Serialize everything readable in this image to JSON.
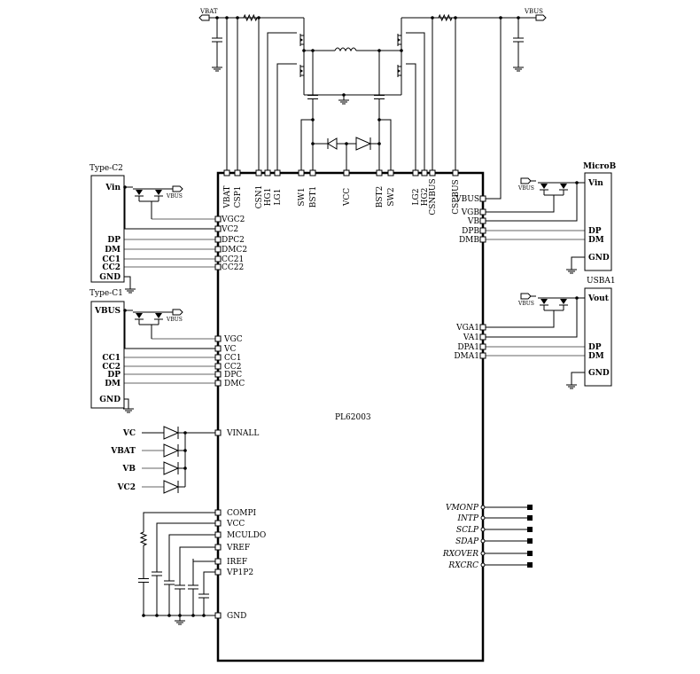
{
  "chip": {
    "name": "PL62003"
  },
  "top_pins": [
    "VBAT",
    "CSP1",
    "CSN1",
    "HG1",
    "LG1",
    "SW1",
    "BST1",
    "VCC",
    "BST2",
    "SW2",
    "LG2",
    "HG2",
    "CSNBUS",
    "CSPBUS"
  ],
  "left_pins_c2": [
    "VGC2",
    "VC2",
    "DPC2",
    "DMC2",
    "CC21",
    "CC22"
  ],
  "left_pins_c1": [
    "VGC",
    "VC",
    "CC1",
    "CC2",
    "DPC",
    "DMC"
  ],
  "left_vinall": "VINALL",
  "left_pins_bottom": [
    "COMPI",
    "VCC",
    "MCULDO",
    "VREF",
    "IREF",
    "VP1P2",
    "GND"
  ],
  "right_pins_b": [
    "VBUS",
    "VGB",
    "VB",
    "DPB",
    "DMB"
  ],
  "right_pins_a": [
    "VGA1",
    "VA1",
    "DPA1",
    "DMA1"
  ],
  "right_signals": [
    "VMONP",
    "INTP",
    "SCLP",
    "SDAP",
    "RXOVER",
    "RXCRC"
  ],
  "terminals": {
    "vbat": "VBAT",
    "vbus": "VBUS"
  },
  "type_c2": {
    "title": "Type-C2",
    "pins": [
      "Vin",
      "DP",
      "DM",
      "CC1",
      "CC2",
      "GND"
    ],
    "vbus": "VBUS"
  },
  "type_c1": {
    "title": "Type-C1",
    "pins": [
      "VBUS",
      "CC1",
      "CC2",
      "DP",
      "DM",
      "GND"
    ],
    "vbus": "VBUS"
  },
  "microb": {
    "title": "MicroB",
    "pins": [
      "Vin",
      "DP",
      "DM",
      "GND"
    ],
    "vbus": "VBUS"
  },
  "usba1": {
    "title": "USBA1",
    "pins": [
      "Vout",
      "DP",
      "DM",
      "GND"
    ],
    "vbus": "VBUS"
  },
  "diode_inputs": [
    "VC",
    "VBAT",
    "VB",
    "VC2"
  ]
}
